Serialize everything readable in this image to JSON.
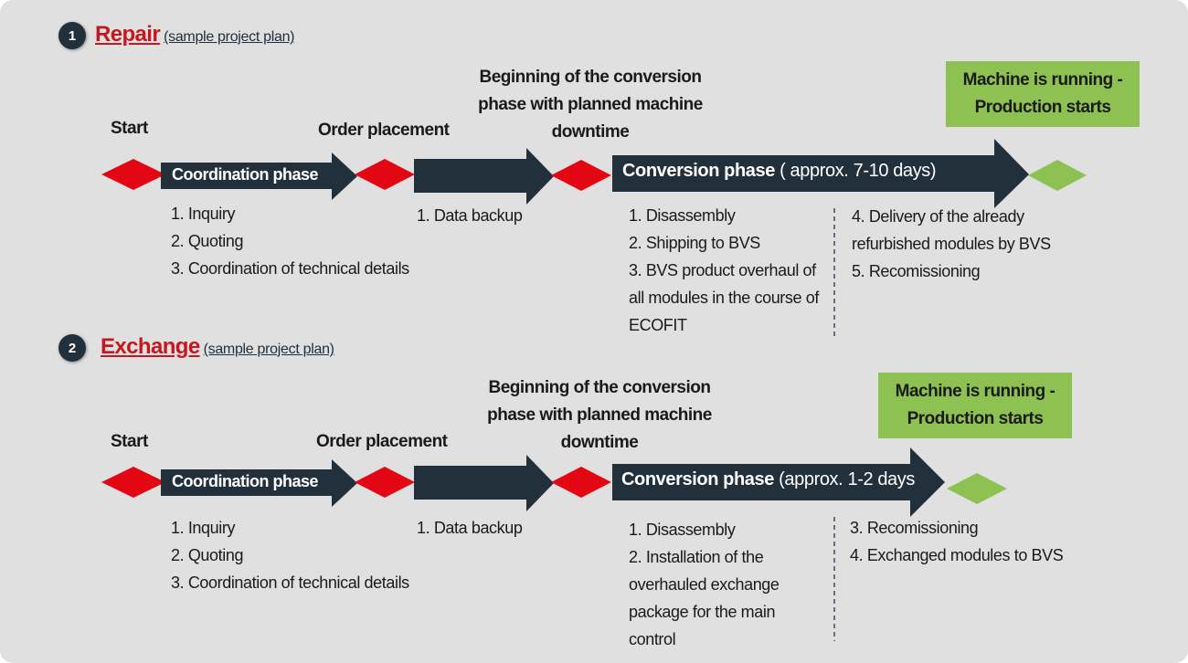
{
  "sections": [
    {
      "number": "1",
      "title": "Repair",
      "subtitle": "(sample project plan)",
      "milestones": {
        "start": "Start",
        "order_placement": "Order placement",
        "conversion_begin": [
          "Beginning of the conversion",
          "phase with planned machine",
          "downtime"
        ],
        "end": [
          "Machine is running -",
          "Production starts"
        ]
      },
      "phases": {
        "coordination": {
          "label": "Coordination phase",
          "items": [
            "1. Inquiry",
            "2. Quoting",
            "3. Coordination of technical details"
          ]
        },
        "backup": {
          "items": [
            "1. Data backup"
          ]
        },
        "conversion": {
          "label": "Conversion phase",
          "duration": " ( approx. 7-10 days)",
          "items_left": [
            "1. Disassembly",
            "2. Shipping to BVS",
            "3. BVS product overhaul of",
            "all modules in the course of",
            "ECOFIT"
          ],
          "items_right": [
            "4. Delivery of the already",
            "refurbished modules by BVS",
            "5. Recomissioning"
          ]
        }
      }
    },
    {
      "number": "2",
      "title": "Exchange",
      "subtitle": "(sample project plan)",
      "milestones": {
        "start": "Start",
        "order_placement": "Order placement",
        "conversion_begin": [
          "Beginning of the conversion",
          "phase with planned machine",
          "downtime"
        ],
        "end": [
          "Machine is running -",
          "Production starts"
        ]
      },
      "phases": {
        "coordination": {
          "label": "Coordination phase",
          "items": [
            "1. Inquiry",
            "2. Quoting",
            "3. Coordination of technical details"
          ]
        },
        "backup": {
          "items": [
            "1. Data backup"
          ]
        },
        "conversion": {
          "label": "Conversion phase",
          "duration": " (approx. 1-2 days",
          "items_left": [
            "1. Disassembly",
            "2. Installation of the",
            "overhauled exchange",
            "package for the main",
            "control"
          ],
          "items_right": [
            "3. Recomissioning",
            "4. Exchanged modules to BVS"
          ]
        }
      }
    }
  ],
  "colors": {
    "arrow": "#22303c",
    "milestone": "#e30613",
    "end_milestone": "#8dc152",
    "title": "#c8161e"
  }
}
